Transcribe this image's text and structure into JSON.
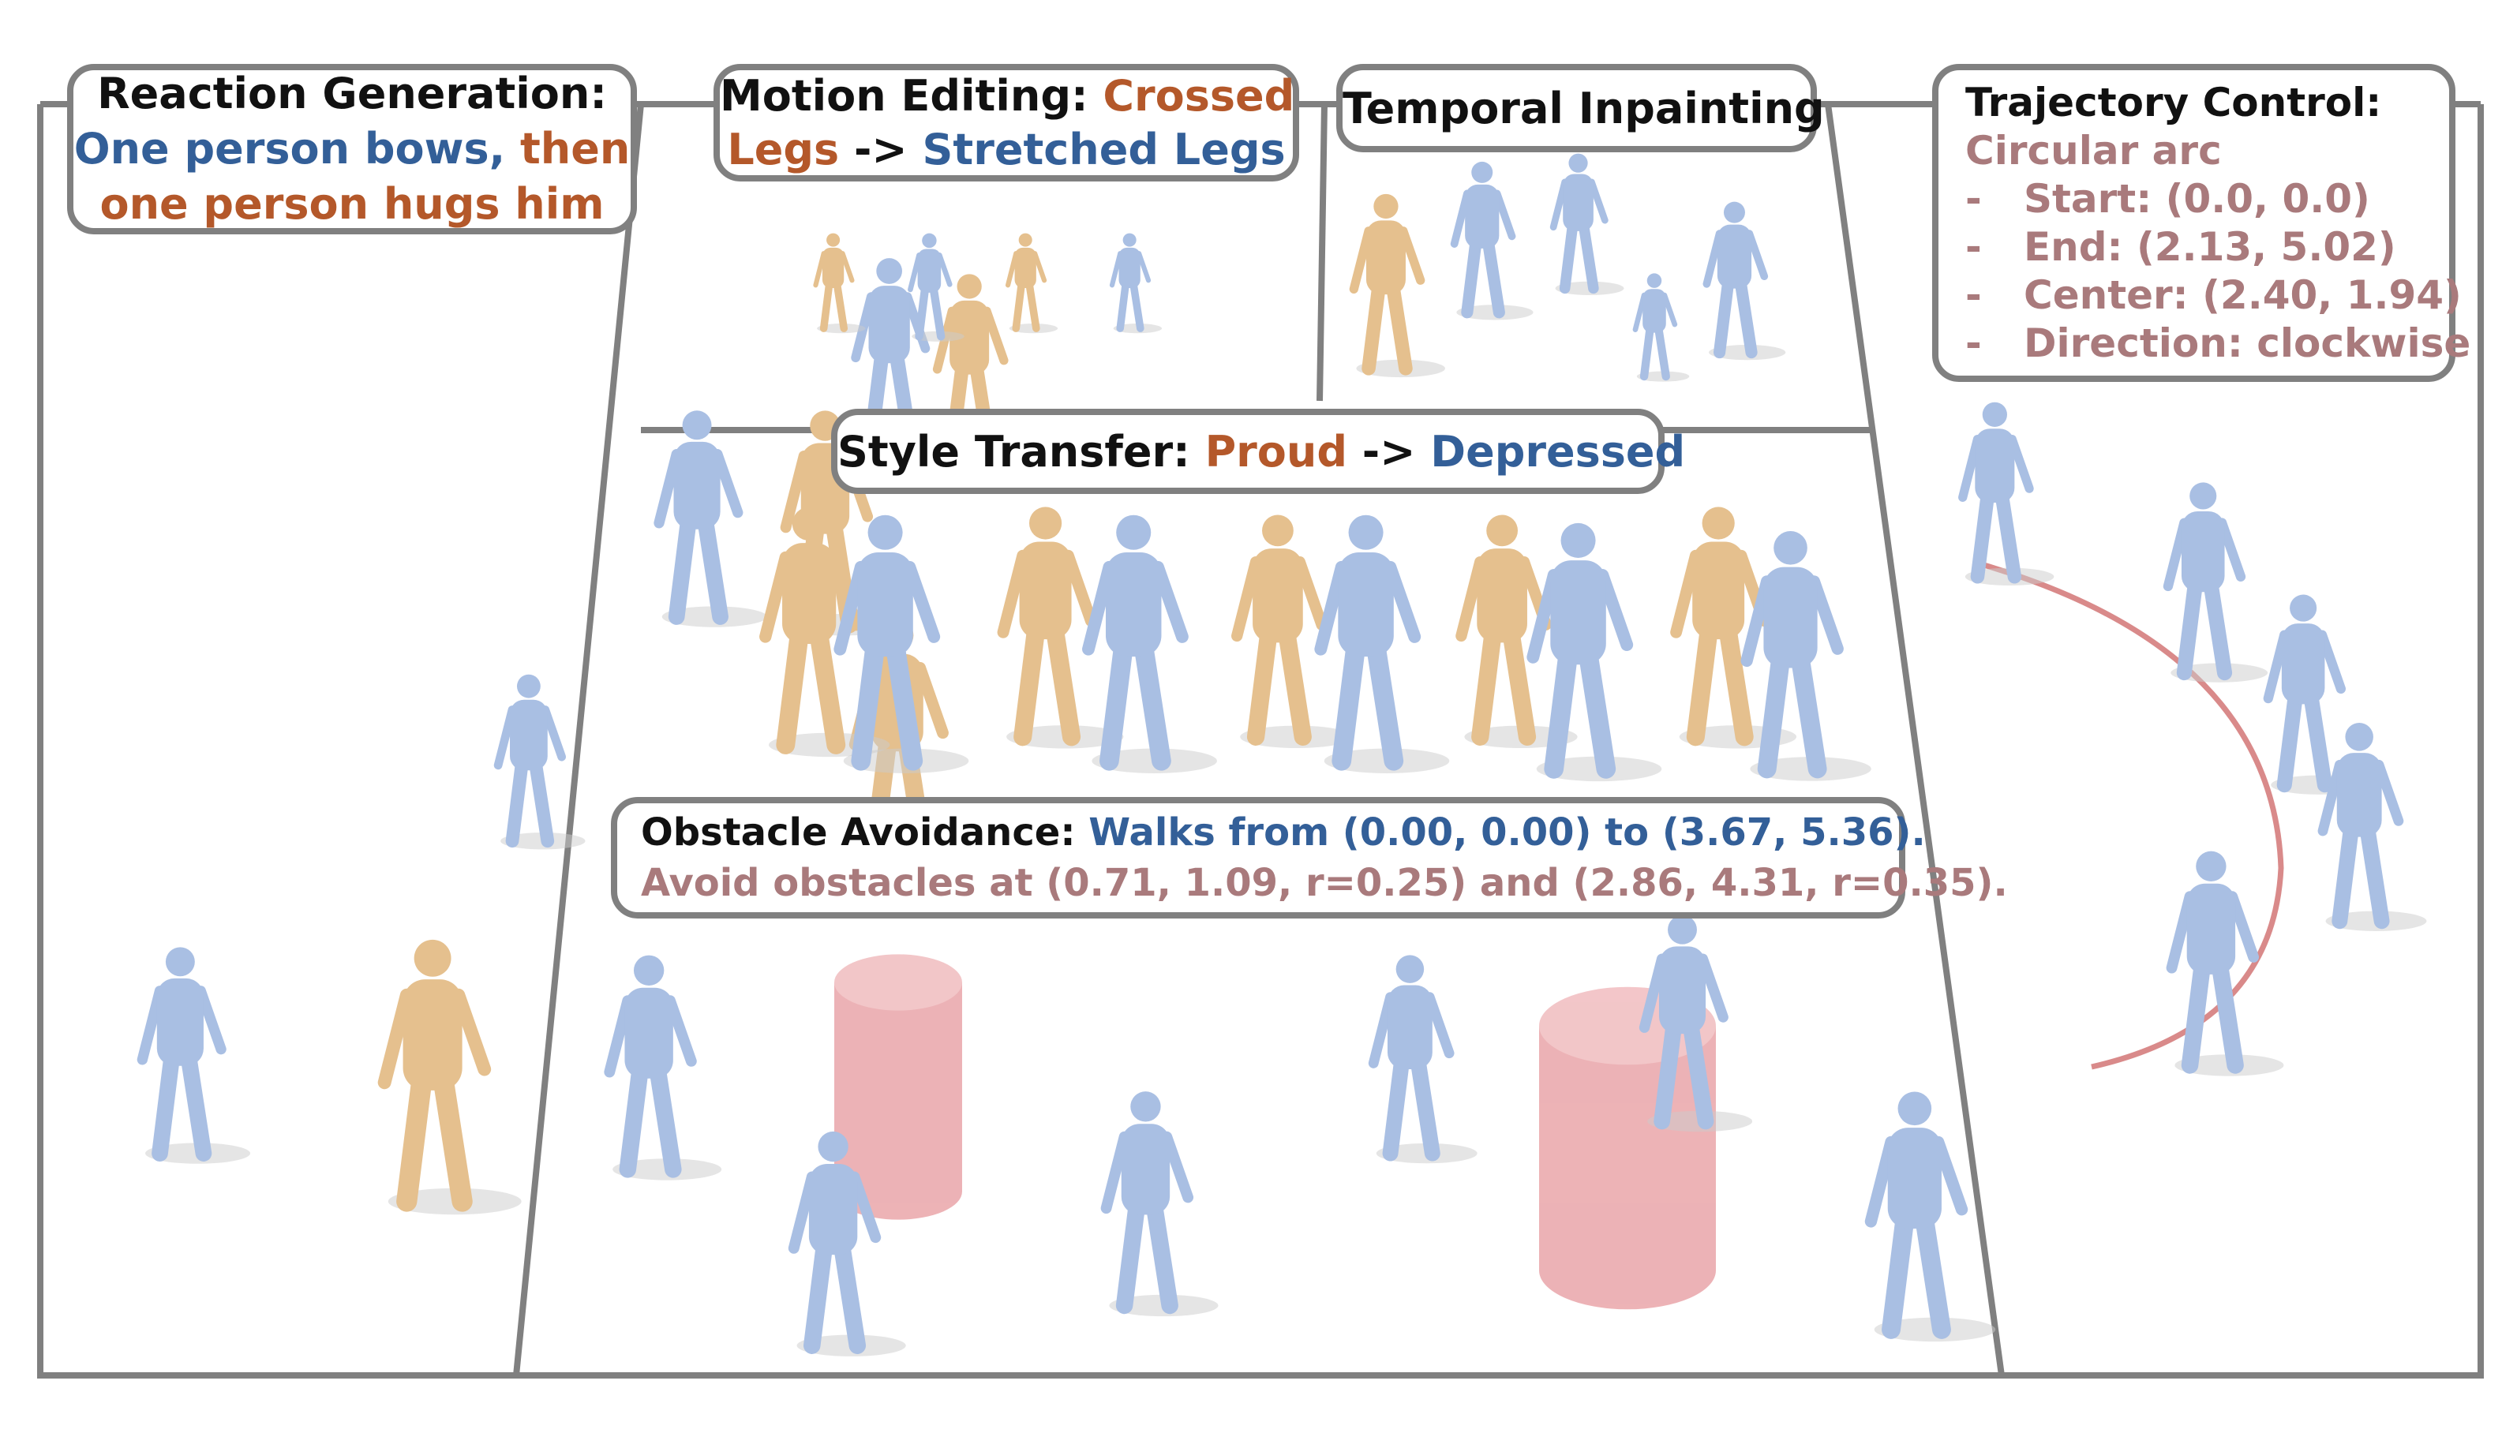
{
  "colors": {
    "frame": "#808080",
    "blue_text": "#335f98",
    "orange_text": "#b4582a",
    "mauve_text": "#a97a7c",
    "blue_body": "#a9bfe3",
    "orange_body": "#e5c08e",
    "obstacle": "#e8a0a4",
    "trajectory": "#d98a8a"
  },
  "reaction": {
    "title": "Reaction Generation:",
    "part1": "One person bows,",
    "part2": "then",
    "part3": "one person hugs him"
  },
  "editing": {
    "title": "Motion Editing:",
    "from": "Crossed",
    "from2": "Legs",
    "arrow": "->",
    "to": "Stretched Legs"
  },
  "temporal": {
    "title": "Temporal Inpainting"
  },
  "trajectory": {
    "title": "Trajectory Control:",
    "shape": "Circular arc",
    "items": [
      {
        "dash": "-",
        "text": "Start: (0.0, 0.0)"
      },
      {
        "dash": "-",
        "text": "End: (2.13, 5.02)"
      },
      {
        "dash": "-",
        "text": "Center: (2.40, 1.94)"
      },
      {
        "dash": "-",
        "text": "Direction: clockwise"
      }
    ]
  },
  "style": {
    "title": "Style Transfer:",
    "from": "Proud",
    "arrow": "->",
    "to": "Depressed"
  },
  "obstacle": {
    "title": "Obstacle Avoidance:",
    "goal": "Walks from (0.00, 0.00) to (3.67, 5.36).",
    "avoid": "Avoid obstacles at (0.71, 1.09, r=0.25) and (2.86, 4.31, r=0.35)."
  }
}
